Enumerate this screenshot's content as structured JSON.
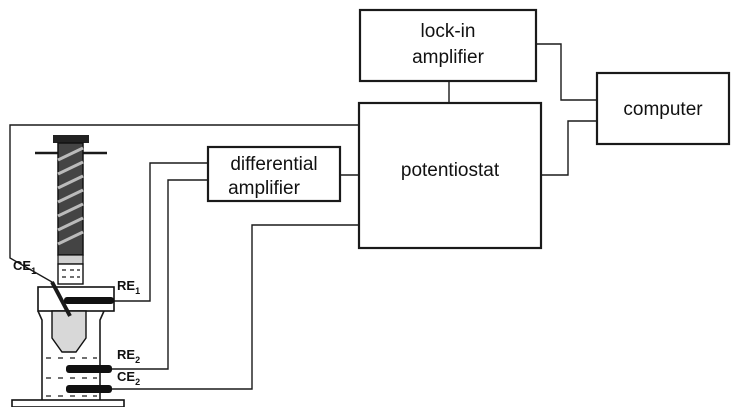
{
  "blocks": {
    "lockin": [
      "lock-in",
      "amplifier"
    ],
    "computer": "computer",
    "potentiostat": "potentiostat",
    "diff": [
      "differential",
      "amplifier"
    ]
  },
  "electrodes": {
    "ce1": {
      "main": "CE",
      "sub": "1"
    },
    "re1": {
      "main": "RE",
      "sub": "1"
    },
    "re2": {
      "main": "RE",
      "sub": "2"
    },
    "ce2": {
      "main": "CE",
      "sub": "2"
    }
  }
}
